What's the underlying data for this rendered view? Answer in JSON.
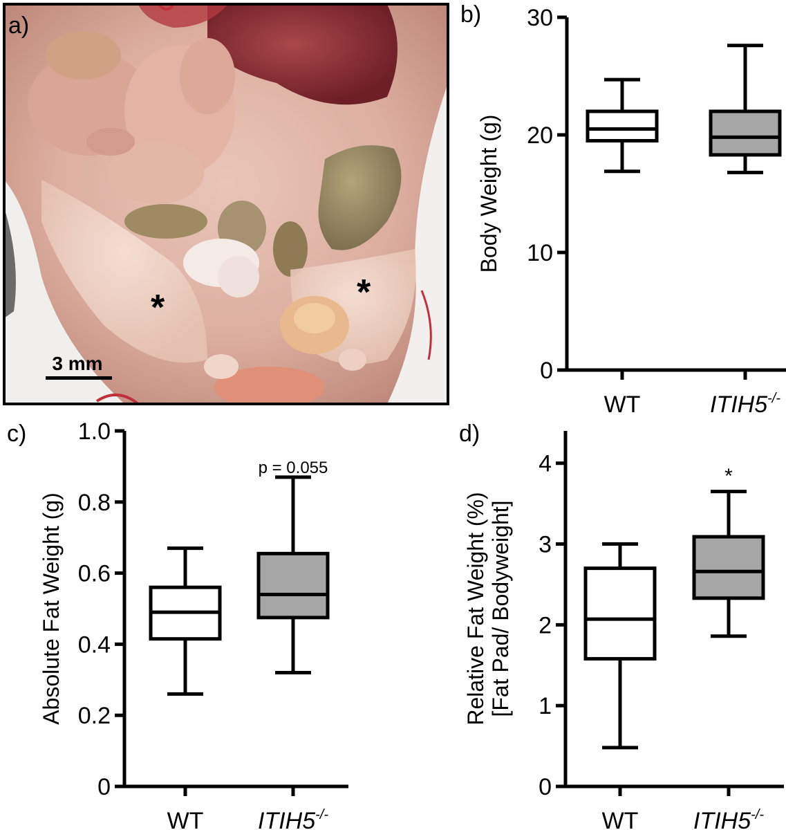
{
  "panels": {
    "a": {
      "label": "a)",
      "scale_bar_label": "3 mm",
      "markers": [
        "*",
        "*"
      ]
    },
    "b": {
      "label": "b)"
    },
    "c": {
      "label": "c)"
    },
    "d": {
      "label": "d)"
    }
  },
  "colors": {
    "wt_box": "#ffffff",
    "ko_box": "#a6a6a6",
    "stroke": "#000000"
  },
  "chart_data": [
    {
      "panel": "b",
      "type": "box",
      "categories": [
        "WT",
        "ITIH5"
      ],
      "category_superscript": [
        "",
        "-/-"
      ],
      "ylabel": [
        "Body Weight (g)"
      ],
      "ylim": [
        0,
        30
      ],
      "yticks": [
        0,
        10,
        20,
        30
      ],
      "tick_labels": [
        "0",
        "10",
        "20",
        "30"
      ],
      "series": [
        {
          "category": "WT",
          "min": 16.9,
          "q1": 19.5,
          "median": 20.5,
          "q3": 22.0,
          "max": 24.7,
          "fill": "#ffffff"
        },
        {
          "category": "ITIH5",
          "min": 16.8,
          "q1": 18.3,
          "median": 19.8,
          "q3": 22.0,
          "max": 27.6,
          "fill": "#a6a6a6"
        }
      ],
      "annotation": ""
    },
    {
      "panel": "c",
      "type": "box",
      "categories": [
        "WT",
        "ITIH5"
      ],
      "category_superscript": [
        "",
        "-/-"
      ],
      "ylabel": [
        "Absolute Fat Weight (g)"
      ],
      "ylim": [
        0,
        1.0
      ],
      "yticks": [
        0,
        0.2,
        0.4,
        0.6,
        0.8,
        1.0
      ],
      "tick_labels": [
        "0",
        "0.2",
        "0.4",
        "0.6",
        "0.8",
        "1.0"
      ],
      "series": [
        {
          "category": "WT",
          "min": 0.26,
          "q1": 0.415,
          "median": 0.49,
          "q3": 0.56,
          "max": 0.67,
          "fill": "#ffffff"
        },
        {
          "category": "ITIH5",
          "min": 0.32,
          "q1": 0.475,
          "median": 0.54,
          "q3": 0.655,
          "max": 0.87,
          "fill": "#a6a6a6"
        }
      ],
      "annotation": "p = 0.055"
    },
    {
      "panel": "d",
      "type": "box",
      "categories": [
        "WT",
        "ITIH5"
      ],
      "category_superscript": [
        "",
        "-/-"
      ],
      "ylabel": [
        "Relative Fat Weight (%)",
        "[Fat Pad/ Bodyweight]"
      ],
      "ylim": [
        0,
        4.4
      ],
      "yticks": [
        0,
        1,
        2,
        3,
        4
      ],
      "tick_labels": [
        "0",
        "1",
        "2",
        "3",
        "4"
      ],
      "series": [
        {
          "category": "WT",
          "min": 0.48,
          "q1": 1.58,
          "median": 2.07,
          "q3": 2.7,
          "max": 3.0,
          "fill": "#ffffff"
        },
        {
          "category": "ITIH5",
          "min": 1.86,
          "q1": 2.33,
          "median": 2.66,
          "q3": 3.09,
          "max": 3.65,
          "fill": "#a6a6a6"
        }
      ],
      "annotation": "*"
    }
  ]
}
